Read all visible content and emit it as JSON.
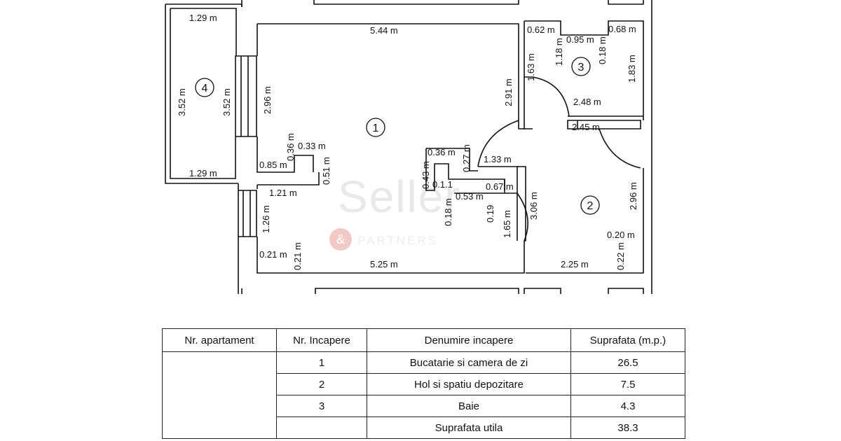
{
  "plan": {
    "rooms": [
      {
        "number": "1"
      },
      {
        "number": "2"
      },
      {
        "number": "3"
      },
      {
        "number": "4"
      }
    ],
    "dimensions": [
      "1.29 m",
      "3.52 m",
      "3.52 m",
      "1.29 m",
      "5.44 m",
      "2.96 m",
      "2.91 m",
      "0.36 m",
      "0.33 m",
      "0.85 m",
      "0.51 m",
      "1.21 m",
      "1.26 m",
      "0.21 m",
      "0.21 m",
      "5.25 m",
      "0.36 m",
      "0.27 m",
      "1.33 m",
      "0.43 m",
      "0.1.1",
      "0.53 m",
      "0.67 m",
      "0.18 m",
      "0.19",
      "1.65 m",
      "3.06 m",
      "0.62 m",
      "0.95 m",
      "0.68 m",
      "1.18 m",
      "0.18 m",
      "1.63 m",
      "1.83 m",
      "2.48 m",
      "2.45 m",
      "2.96 m",
      "0.20 m",
      "0.22 m",
      "2.25 m"
    ]
  },
  "watermark": {
    "brand": "Seller",
    "symbol": "&",
    "sub": "PARTNERS"
  },
  "table": {
    "headers": [
      "Nr. apartament",
      "Nr. Incapere",
      "Denumire incapere",
      "Suprafata (m.p.)"
    ],
    "apartment": "",
    "rows": [
      {
        "nr": "1",
        "name": "Bucatarie si camera de zi",
        "area": "26.5"
      },
      {
        "nr": "2",
        "name": "Hol si spatiu depozitare",
        "area": "7.5"
      },
      {
        "nr": "3",
        "name": "Baie",
        "area": "4.3"
      },
      {
        "nr": "",
        "name": "Suprafata utila",
        "area": "38.3"
      }
    ]
  }
}
